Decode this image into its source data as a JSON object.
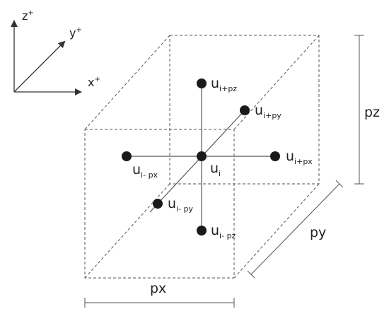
{
  "axes": {
    "z": {
      "base": "z",
      "sup": "+"
    },
    "y": {
      "base": "y",
      "sup": "+"
    },
    "x": {
      "base": "x",
      "sup": "+"
    }
  },
  "nodes": {
    "center": {
      "base": "u",
      "sub": "i"
    },
    "up": {
      "base": "u",
      "sub": "i+pz"
    },
    "down": {
      "base": "u",
      "sub": "i- pz"
    },
    "right": {
      "base": "u",
      "sub": "i+px"
    },
    "left": {
      "base": "u",
      "sub": "i- px"
    },
    "back": {
      "base": "u",
      "sub": "i+py"
    },
    "front": {
      "base": "u",
      "sub": "i- py"
    }
  },
  "dimensions": {
    "px": "px",
    "py": "py",
    "pz": "pz"
  },
  "colors": {
    "node": "#1a1a1a",
    "line": "#555555"
  }
}
